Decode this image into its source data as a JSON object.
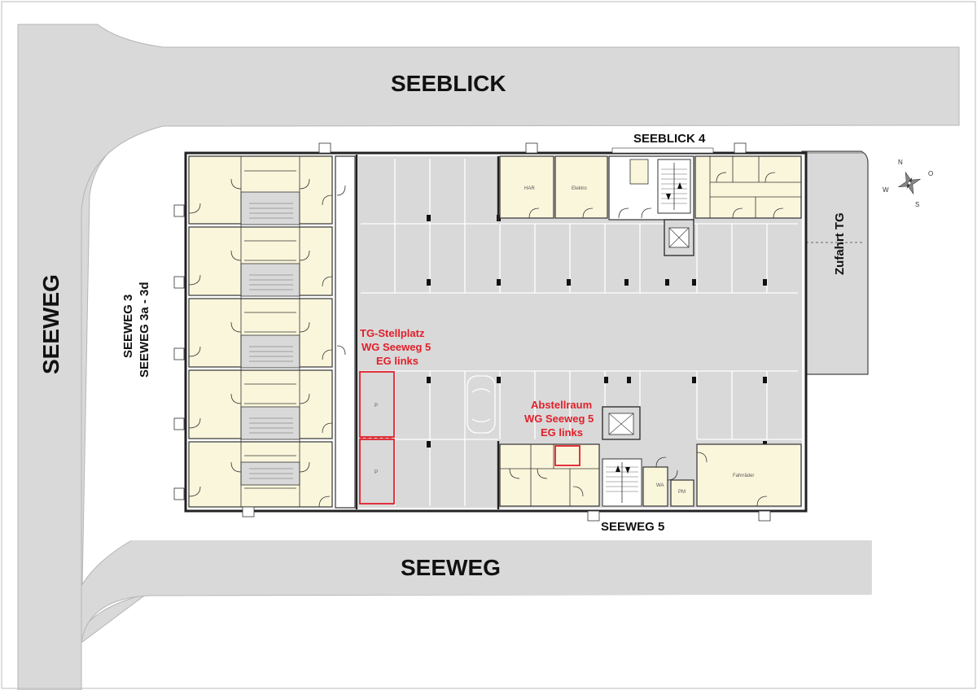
{
  "streets": {
    "north": "SEEBLICK",
    "west": "SEEWEG",
    "south": "SEEWEG"
  },
  "addresses": {
    "seeblick4": "SEEBLICK 4",
    "seeweg5": "SEEWEG 5",
    "seeweg3_line1": "SEEWEG 3",
    "seeweg3_line2": "SEEWEG 3a - 3d",
    "zufahrt": "Zufahrt TG"
  },
  "rooms": {
    "har": "HAR",
    "elektro": "Elektro",
    "fahrraeder": "Fahrräder",
    "wa": "WA",
    "pm": "PM",
    "parking_p": "P"
  },
  "highlights": {
    "stellplatz": [
      "TG-Stellplatz",
      "WG Seeweg 5",
      "EG links"
    ],
    "abstellraum": [
      "Abstellraum",
      "WG Seeweg 5",
      "EG links"
    ]
  },
  "compass": {
    "n": "N",
    "o": "O",
    "s": "S",
    "w": "W"
  },
  "colors": {
    "street": "#d9d9d9",
    "garage": "#d9d9d9",
    "room_fill": "#faf6dc",
    "highlight": "#e0202a"
  }
}
